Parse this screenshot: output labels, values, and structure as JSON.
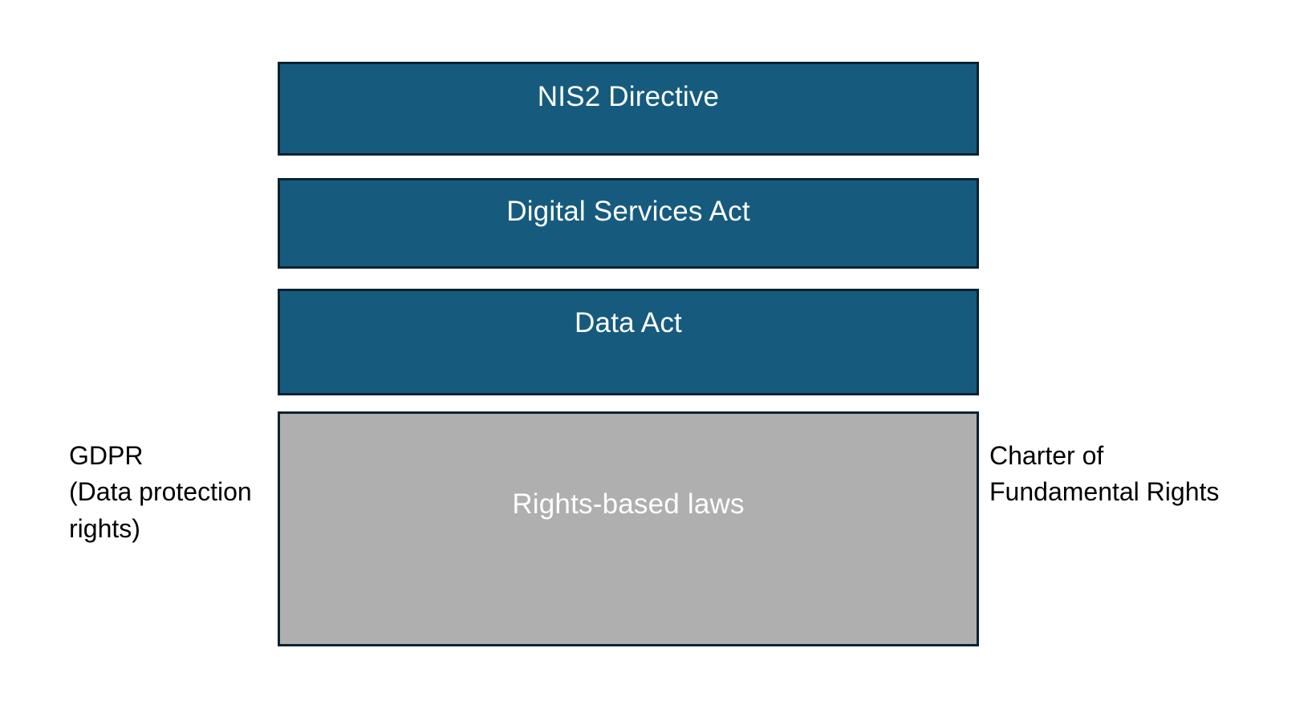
{
  "diagram": {
    "type": "layered-stack",
    "background_color": "#ffffff",
    "layers": [
      {
        "id": "nis2",
        "label": "NIS2 Directive",
        "fill": "#165B7E",
        "border": "#0B2231",
        "text_color": "#ffffff"
      },
      {
        "id": "digital-services-act",
        "label": "Digital Services Act",
        "fill": "#165B7E",
        "border": "#0B2231",
        "text_color": "#ffffff"
      },
      {
        "id": "data-act",
        "label": "Data Act",
        "fill": "#165B7E",
        "border": "#0B2231",
        "text_color": "#ffffff"
      },
      {
        "id": "rights-based-laws",
        "label": "Rights-based laws",
        "fill": "#AFAFAF",
        "border": "#0B2231",
        "text_color": "#ffffff"
      }
    ],
    "annotations": {
      "left": {
        "id": "gdpr",
        "text": "GDPR\n(Data protection\nrights)",
        "color": "#000000"
      },
      "right": {
        "id": "charter-of-fundamental-rights",
        "text": "Charter of\nFundamental Rights",
        "color": "#000000"
      }
    }
  }
}
